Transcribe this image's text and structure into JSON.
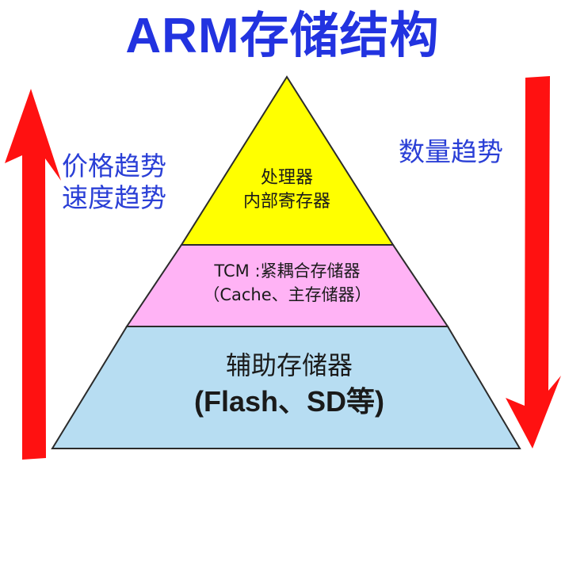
{
  "title": "ARM存储结构",
  "left_label": {
    "line1": "价格趋势",
    "line2": "速度趋势",
    "arrow_direction": "up"
  },
  "right_label": {
    "line1": "数量趋势",
    "arrow_direction": "down"
  },
  "levels": [
    {
      "line1": "处理器",
      "line2": "内部寄存器",
      "color": "#ffff00"
    },
    {
      "line1": "TCM :紧耦合存储器",
      "line2": "（Cache、主存储器）",
      "color": "#ffb3f5"
    },
    {
      "line1": "辅助存储器",
      "line2": "(Flash、SD等)",
      "color": "#b7ddf2"
    }
  ],
  "colors": {
    "title": "#2233e0",
    "labels": "#2a3fd6",
    "arrows": "#ff1111",
    "outline": "#2b2b2b"
  }
}
